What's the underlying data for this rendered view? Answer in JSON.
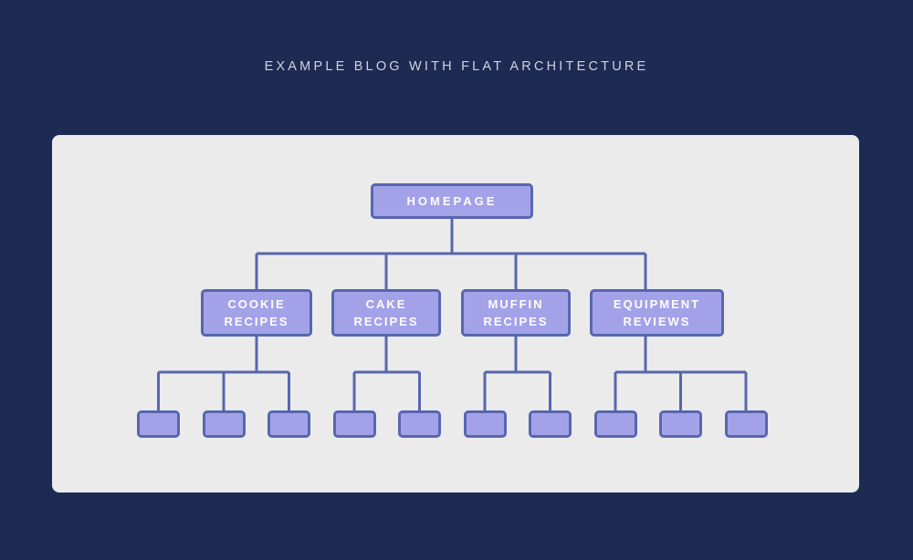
{
  "title": "EXAMPLE BLOG WITH FLAT ARCHITECTURE",
  "colors": {
    "background": "#1d2a52",
    "panel": "#ebebeb",
    "node_fill": "#a3a2e8",
    "node_border": "#5767ae",
    "node_text": "#fdfdfe",
    "title_text": "#ced3df"
  },
  "diagram": {
    "root": {
      "label": "HOMEPAGE"
    },
    "categories": [
      {
        "label": "COOKIE RECIPES",
        "leaf_count": 3
      },
      {
        "label": "CAKE RECIPES",
        "leaf_count": 2
      },
      {
        "label": "MUFFIN RECIPES",
        "leaf_count": 2
      },
      {
        "label": "EQUIPMENT REVIEWS",
        "leaf_count": 3
      }
    ]
  }
}
